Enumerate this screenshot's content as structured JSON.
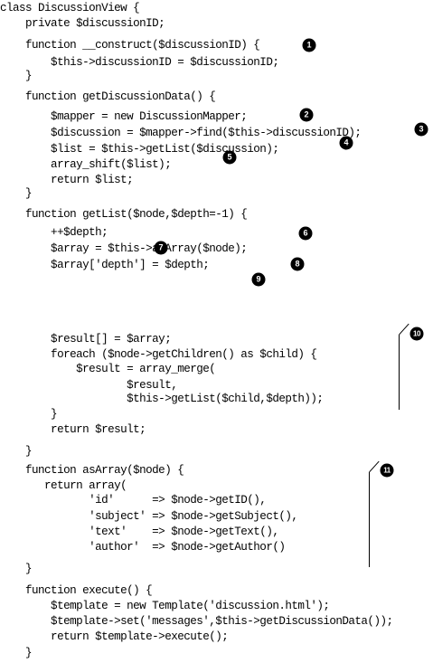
{
  "code": [
    "class DiscussionView {",
    "    private $discussionID;",
    "",
    "    function __construct($discussionID) {",
    "        $this->discussionID = $discussionID;",
    "    }",
    "",
    "    function getDiscussionData() {",
    "        $mapper = new DiscussionMapper;",
    "        $discussion = $mapper->find($this->discussionID);",
    "        $list = $this->getList($discussion);",
    "        array_shift($list);",
    "        return $list;",
    "    }",
    "",
    "    function getList($node,$depth=-1) {",
    "        ++$depth;",
    "        $array = $this->asArray($node);",
    "        $array['depth'] = $depth;",
    "        $result[] = $array;",
    "        foreach ($node->getChildren() as $child) {",
    "            $result = array_merge(",
    "                    $result,",
    "                    $this->getList($child,$depth));",
    "        }",
    "        return $result;",
    "    }",
    "",
    "    function asArray($node) {",
    "       return array(",
    "              'id'      => $node->getID(),",
    "              'subject' => $node->getSubject(),",
    "              'text'    => $node->getText(),",
    "              'author'  => $node->getAuthor()",
    "              );",
    "    }",
    "",
    "    function execute() {",
    "        $template = new Template('discussion.html');",
    "        $template->set('messages',$this->getDiscussionData());",
    "        return $template->execute();",
    "    }",
    "}"
  ],
  "callouts": [
    "1",
    "2",
    "3",
    "4",
    "5",
    "6",
    "7",
    "8",
    "9",
    "10",
    "11"
  ]
}
